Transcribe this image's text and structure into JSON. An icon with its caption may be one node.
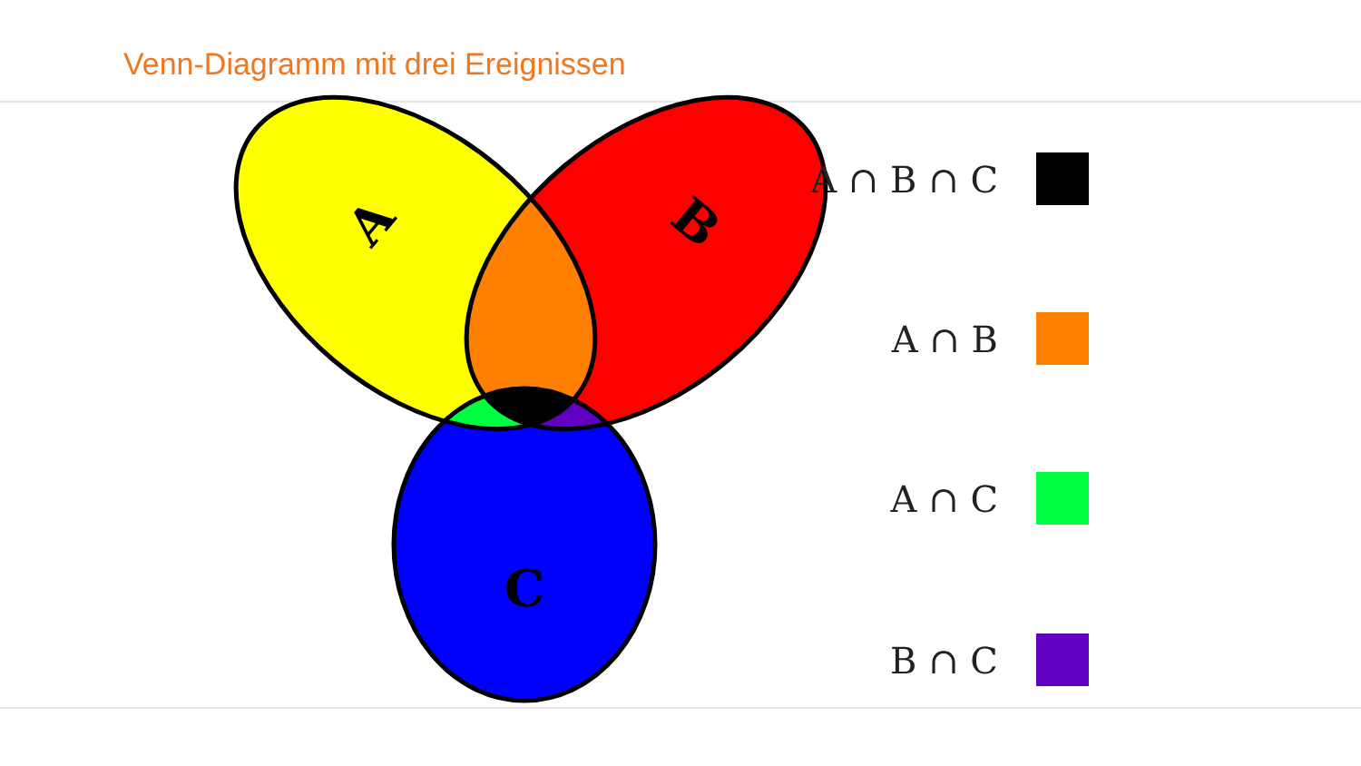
{
  "diagram": {
    "title": "Venn-Diagramm mit drei Ereignissen",
    "nodes": [
      {
        "text": [
          "A"
        ]
      },
      {
        "text": [
          "B"
        ]
      },
      {
        "text": [
          "C"
        ]
      }
    ],
    "edges": [],
    "legend": [
      {
        "text": "A ∩ B ∩ C",
        "color": "#000000"
      },
      {
        "text": "A ∩ B",
        "color": "#ff8000"
      },
      {
        "text": "A ∩ C",
        "color": "#00ff40"
      },
      {
        "text": "B ∩ C",
        "color": "#6000c0"
      }
    ]
  }
}
